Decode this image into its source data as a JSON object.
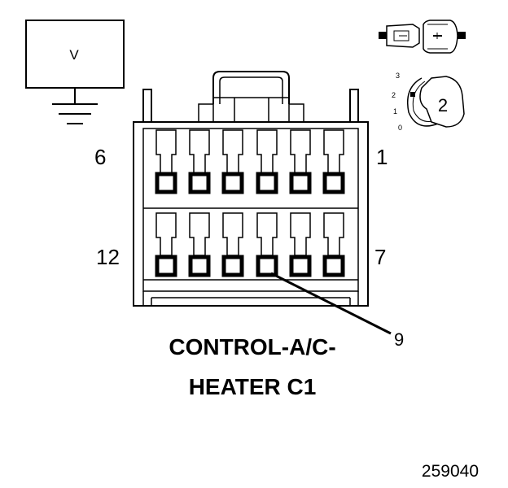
{
  "meter": {
    "label": "V"
  },
  "connector": {
    "pin_labels": {
      "top_left": "6",
      "top_right": "1",
      "bottom_left": "12",
      "bottom_right": "7"
    },
    "callout_pin": "9",
    "title_line1": "CONTROL-A/C-",
    "title_line2": "HEATER C1"
  },
  "position_dial": {
    "ticks": [
      "3",
      "2",
      "1",
      "0"
    ],
    "value": "2"
  },
  "figure_number": "259040"
}
